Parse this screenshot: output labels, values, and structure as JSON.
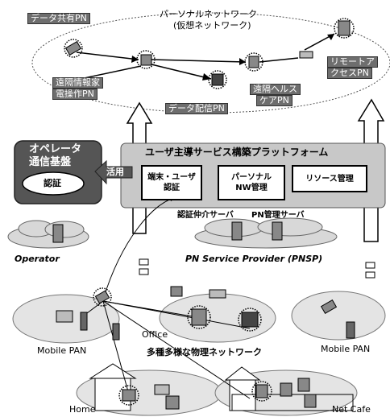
{
  "top": {
    "pn_title_1": "パーソナルネットワーク",
    "pn_title_2": "(仮想ネットワーク)",
    "data_share_pn": "データ共有PN",
    "remote_appliance_pn_1": "遠隔情報家",
    "remote_appliance_pn_2": "電操作PN",
    "data_delivery_pn": "データ配信PN",
    "remote_health_pn_1": "遠隔ヘルス",
    "remote_health_pn_2": "ケアPN",
    "remote_access_pn_1": "リモートア",
    "remote_access_pn_2": "クセスPN"
  },
  "platform": {
    "title": "ユーザ主導サービス構築プラットフォーム",
    "box_auth_1": "端末・ユーザ",
    "box_auth_2": "認証",
    "box_nw_1": "パーソナル",
    "box_nw_2": "NW管理",
    "box_resource": "リソース管理",
    "auth_server": "認証仲介サーバ",
    "pn_server": "PN管理サーバ"
  },
  "operator_base": {
    "title_1": "オペレータ",
    "title_2": "通信基盤",
    "auth": "認証",
    "use_label": "活用"
  },
  "bottom": {
    "operator": "Operator",
    "pnsp": "PN Service Provider (PNSP)",
    "mobile_pan_left": "Mobile PAN",
    "mobile_pan_right": "Mobile PAN",
    "office": "Office",
    "physical_networks": "多種多様な物理ネットワーク",
    "home": "Home",
    "net_cafe": "Net Cafe"
  }
}
